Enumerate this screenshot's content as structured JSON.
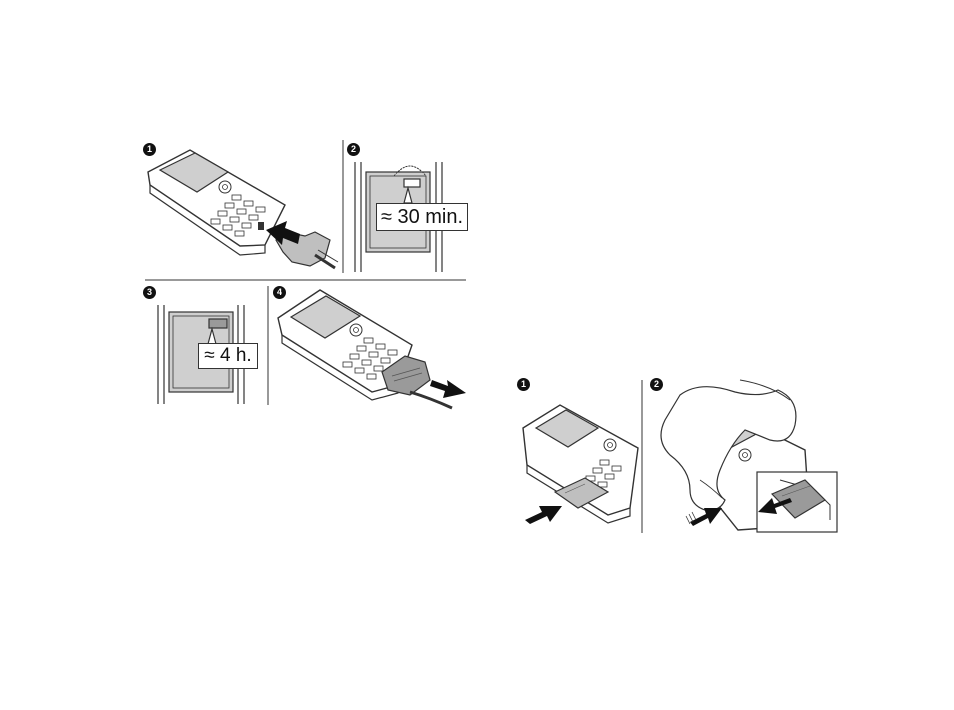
{
  "figure_charging": {
    "steps": [
      {
        "number": "1"
      },
      {
        "number": "2",
        "callout": "≈ 30 min."
      },
      {
        "number": "3",
        "callout": "≈ 4 h."
      },
      {
        "number": "4"
      }
    ]
  },
  "figure_memory_stick": {
    "steps": [
      {
        "number": "1"
      },
      {
        "number": "2"
      }
    ]
  },
  "colors": {
    "line": "#333333",
    "screen_fill": "#cfcfcf",
    "arrow": "#111111"
  }
}
